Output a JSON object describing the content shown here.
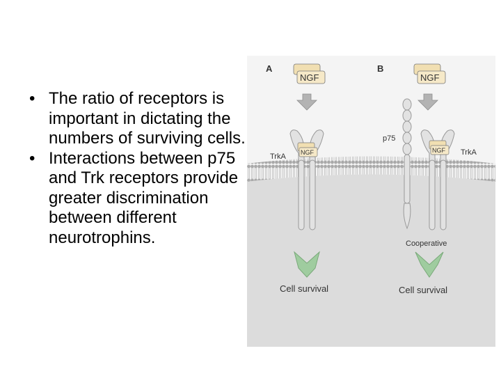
{
  "slide": {
    "bullets": [
      "The ratio of receptors is important in dictating the numbers of surviving cells.",
      "Interactions between p75 and Trk receptors provide greater discrimination between different neurotrophins."
    ]
  },
  "figure": {
    "panel_a": {
      "letter": "A",
      "ligand": "NGF",
      "receptor": "TrkA",
      "outcome": "Cell survival"
    },
    "panel_b": {
      "letter": "B",
      "ligand": "NGF",
      "coreceptor": "p75",
      "receptor": "TrkA",
      "interaction": "Cooperative",
      "outcome": "Cell survival"
    },
    "colors": {
      "background": "#f4f4f4",
      "membrane_head": "#a9a9a9",
      "cytoplasm": "#dcdcdc",
      "receptor": "#e2e2e2",
      "arrow_gray": "#b3b3b3",
      "arrow_green": "#9fcc9f",
      "ligand": "#f1dfb2"
    }
  }
}
